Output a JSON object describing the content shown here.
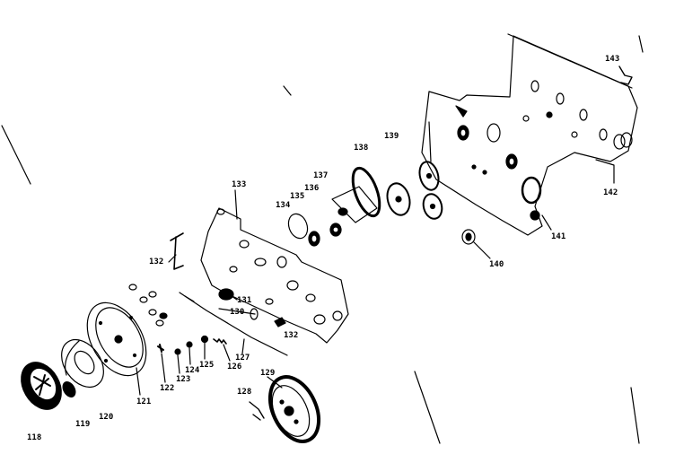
{
  "figure": {
    "background": "#ffffff",
    "ink": "#000000",
    "callouts": {
      "c118": "118",
      "c119": "119",
      "c120": "120",
      "c121": "121",
      "c122": "122",
      "c123": "123",
      "c124": "124",
      "c125": "125",
      "c126": "126",
      "c127": "127",
      "c128": "128",
      "c129": "129",
      "c130": "130",
      "c131": "131",
      "c132a": "132",
      "c132b": "132",
      "c133": "133",
      "c134": "134",
      "c135": "135",
      "c136": "136",
      "c137": "137",
      "c138": "138",
      "c139": "139",
      "c140": "140",
      "c141": "141",
      "c142": "142",
      "c143": "143"
    }
  }
}
